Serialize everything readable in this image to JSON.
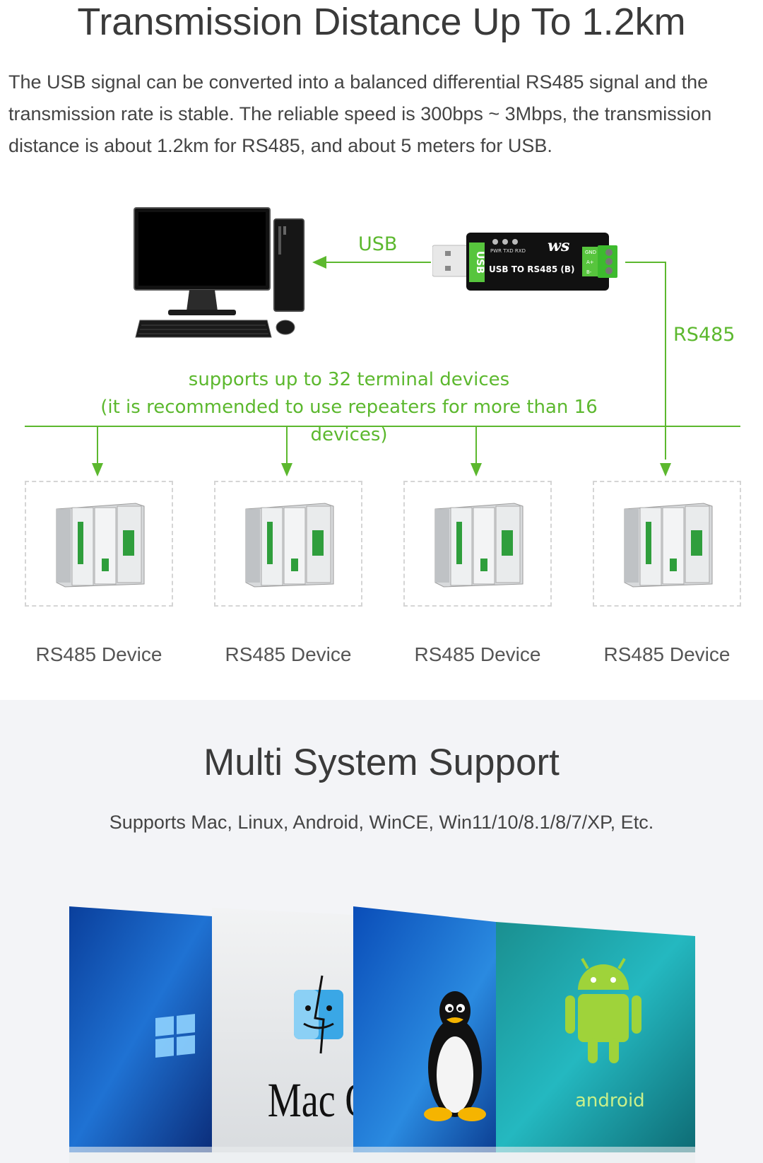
{
  "section1": {
    "title": "Transmission Distance Up To 1.2km",
    "description": "The USB signal can be converted into a balanced differential RS485 signal and the transmission rate is stable. The reliable speed is 300bps ~ 3Mbps, the transmission distance is about 1.2km for RS485, and about 5 meters for USB.",
    "usb_label": "USB",
    "rs485_label": "RS485",
    "support_line1": "supports up to 32 terminal devices",
    "support_line2": "(it is recommended to use repeaters for more than 16 devices)",
    "converter": {
      "port_text": "USB",
      "leds": "PWR TXD RXD",
      "name": "USB TO RS485 (B)",
      "logo": "ws",
      "pins": [
        "GND",
        "A+",
        "B-"
      ]
    },
    "devices": [
      {
        "label": "RS485 Device"
      },
      {
        "label": "RS485 Device"
      },
      {
        "label": "RS485 Device"
      },
      {
        "label": "RS485 Device"
      }
    ],
    "accent_color": "#5cb82e"
  },
  "section2": {
    "title": "Multi System Support",
    "description": "Supports Mac, Linux, Android, WinCE, Win11/10/8.1/8/7/XP, Etc.",
    "os_tiles": [
      {
        "name": "windows",
        "text": ""
      },
      {
        "name": "mac-os",
        "text": "Mac OS"
      },
      {
        "name": "linux",
        "text": ""
      },
      {
        "name": "android",
        "text": "android"
      }
    ]
  }
}
